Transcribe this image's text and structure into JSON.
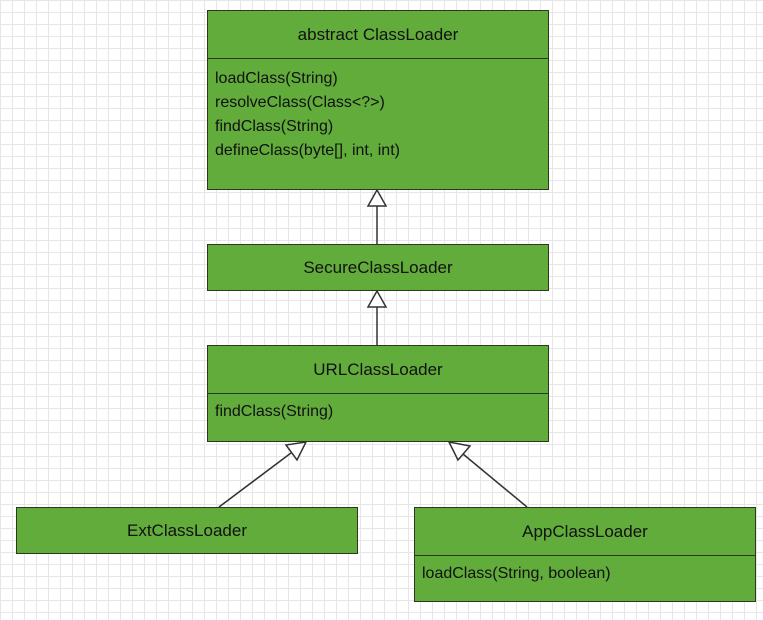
{
  "diagram": {
    "classes": [
      {
        "id": "classloader",
        "name": "abstract ClassLoader",
        "methods": [
          "loadClass(String)",
          "resolveClass(Class<?>)",
          "findClass(String)",
          "defineClass(byte[], int, int)"
        ]
      },
      {
        "id": "secure",
        "name": "SecureClassLoader",
        "methods": []
      },
      {
        "id": "url",
        "name": "URLClassLoader",
        "methods": [
          "findClass(String)"
        ]
      },
      {
        "id": "ext",
        "name": "ExtClassLoader",
        "methods": []
      },
      {
        "id": "app",
        "name": "AppClassLoader",
        "methods": [
          "loadClass(String, boolean)"
        ]
      }
    ],
    "relations": [
      {
        "type": "generalization",
        "from": "secure",
        "to": "classloader"
      },
      {
        "type": "generalization",
        "from": "url",
        "to": "secure"
      },
      {
        "type": "generalization",
        "from": "ext",
        "to": "url"
      },
      {
        "type": "generalization",
        "from": "app",
        "to": "url"
      }
    ],
    "colors": {
      "box_fill": "#62ac3c",
      "box_border": "#2b3a1f",
      "connector": "#333333",
      "grid": "#e6e6e6"
    }
  }
}
